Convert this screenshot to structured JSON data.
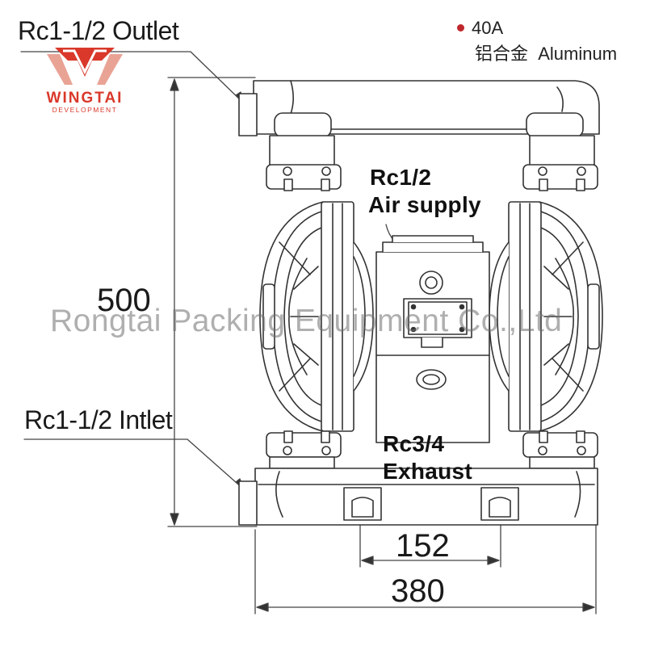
{
  "labels": {
    "outlet": "Rc1-1/2 Outlet",
    "inlet": "Rc1-1/2 Intlet",
    "air_supply_size": "Rc1/2",
    "air_supply": "Air supply",
    "exhaust_size": "Rc3/4",
    "exhaust": "Exhaust"
  },
  "dimensions": {
    "height": "500",
    "foot_spacing": "152",
    "width": "380"
  },
  "legend": {
    "model": "40A",
    "material_cn": "铝合金",
    "material_en": "Aluminum",
    "dot_color": "#c0272d"
  },
  "logo": {
    "name": "WINGTAI",
    "subtitle": "DEVELOPMENT",
    "color": "#d9382a"
  },
  "watermark": "Rongtai Packing Equipment Co.,Ltd"
}
